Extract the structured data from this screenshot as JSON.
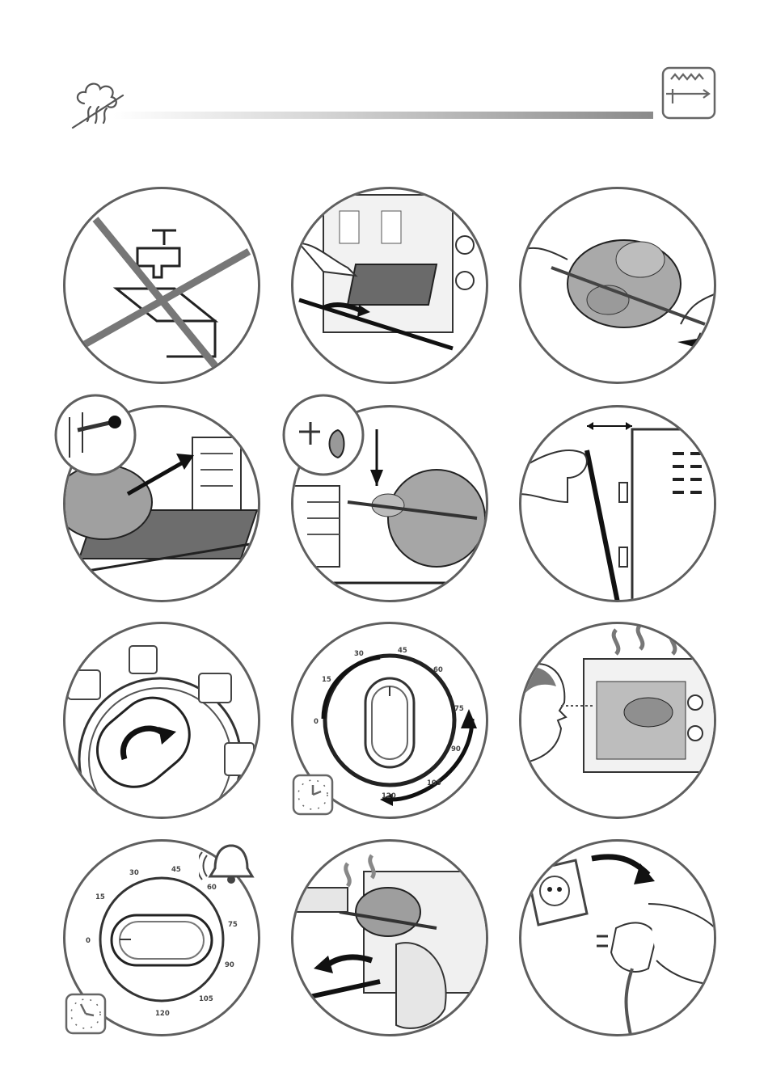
{
  "steps": [
    {
      "id": 1,
      "icon": "no-water-icon"
    },
    {
      "id": 2,
      "icon": "insert-tray-icon"
    },
    {
      "id": 3,
      "icon": "skewer-chicken-icon"
    },
    {
      "id": 4,
      "icon": "place-spit-icon"
    },
    {
      "id": 5,
      "icon": "lower-spit-icon"
    },
    {
      "id": 6,
      "icon": "close-door-icon"
    },
    {
      "id": 7,
      "icon": "select-mode-icon"
    },
    {
      "id": 8,
      "icon": "set-timer-icon"
    },
    {
      "id": 9,
      "icon": "watch-cooking-icon"
    },
    {
      "id": 10,
      "icon": "timer-bell-icon"
    },
    {
      "id": 11,
      "icon": "remove-chicken-icon"
    },
    {
      "id": 12,
      "icon": "unplug-icon"
    }
  ],
  "timer_dial": {
    "marks": [
      "0",
      "15",
      "30",
      "45",
      "60",
      "75",
      "90",
      "105",
      "120"
    ]
  }
}
